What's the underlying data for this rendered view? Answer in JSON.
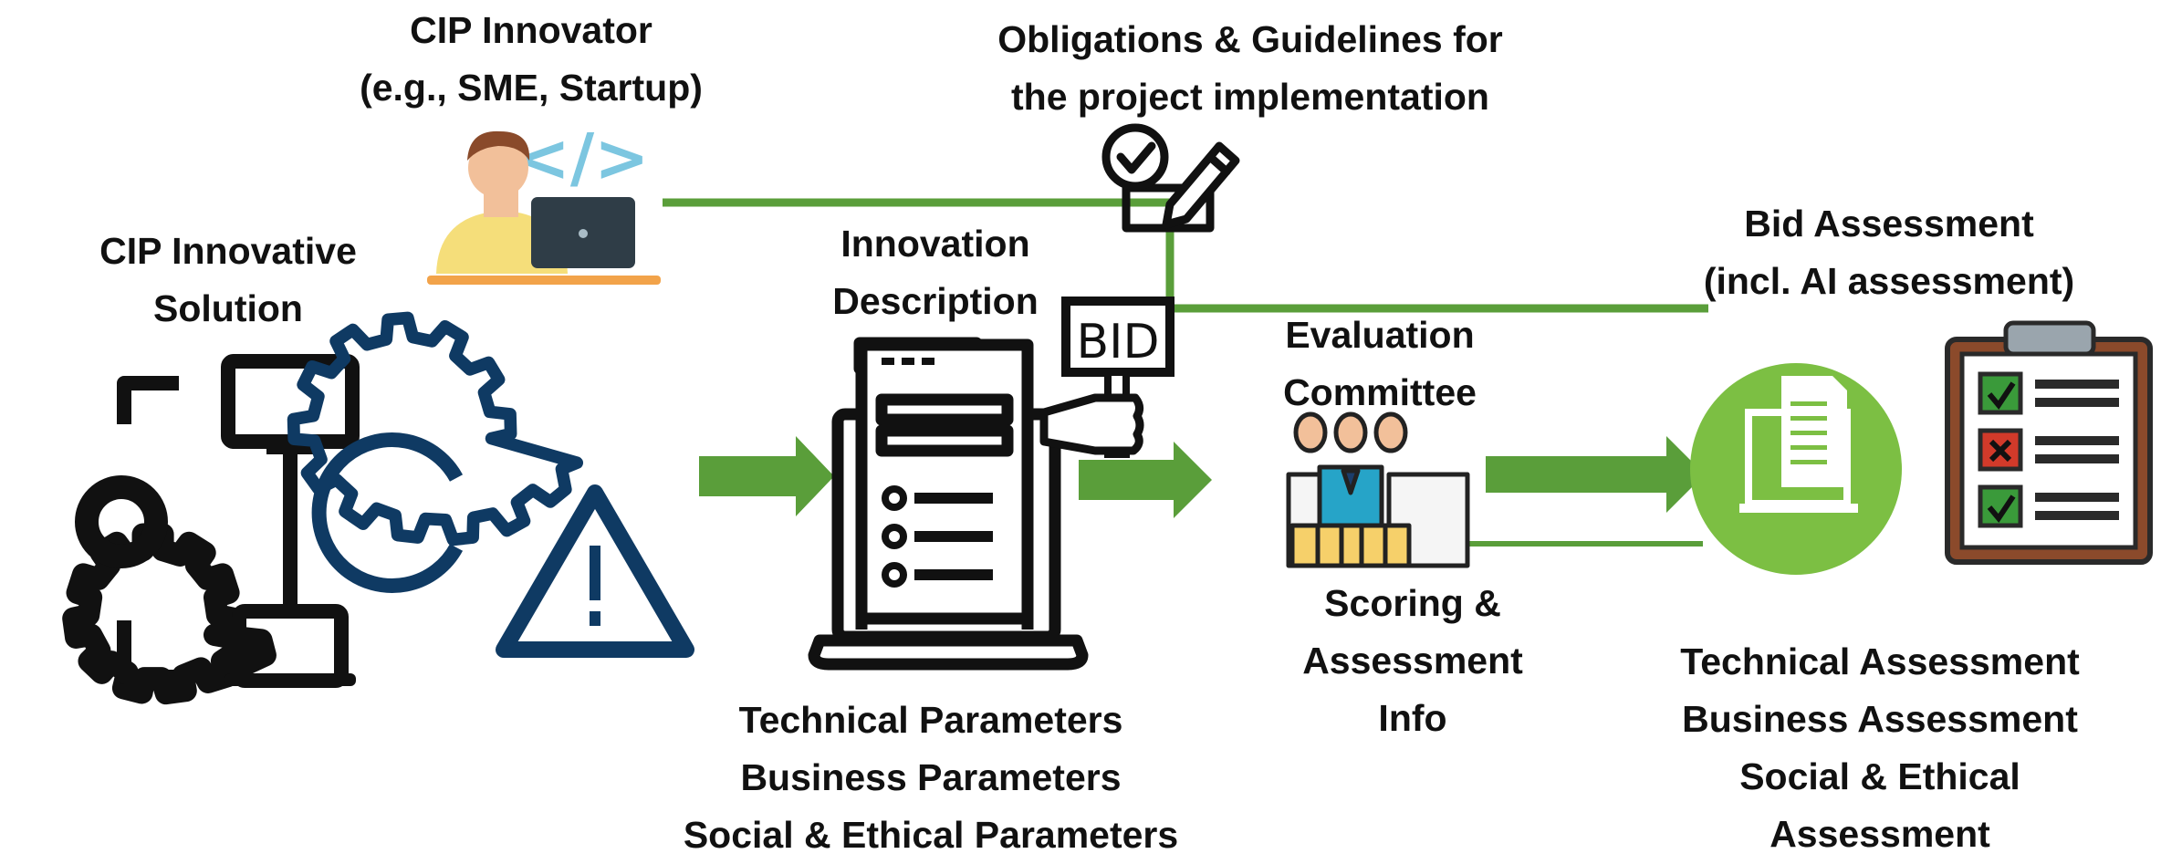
{
  "labels": {
    "innovator": [
      "CIP Innovator",
      "(e.g., SME, Startup)"
    ],
    "obligations": [
      "Obligations & Guidelines for",
      "the project implementation"
    ],
    "solution": [
      "CIP Innovative",
      "Solution"
    ],
    "description": [
      "Innovation",
      "Description"
    ],
    "bid_sign": "BID",
    "committee": [
      "Evaluation",
      "Committee"
    ],
    "bid_assessment": [
      "Bid  Assessment",
      "(incl. AI assessment)"
    ],
    "scoring": [
      "Scoring &",
      "Assessment",
      "Info"
    ],
    "parameters": [
      "Technical Parameters",
      "Business Parameters",
      "Social & Ethical Parameters"
    ],
    "assessments": [
      "Technical Assessment",
      "Business Assessment",
      "Social & Ethical",
      "Assessment"
    ]
  },
  "icons": {
    "innovator": "developer-laptop-icon",
    "obligations": "checklist-pen-icon",
    "solution": "gear-network-icon",
    "risk": "gear-warning-icon",
    "description": "laptop-bid-form-icon",
    "committee": "team-icon",
    "ai": "ai-document-laptop-icon",
    "clipboard": "clipboard-checklist-icon"
  },
  "colors": {
    "arrow_green": "#5a9e3a",
    "circle_green": "#7cbf43",
    "gear_navy": "#0f3a63",
    "skin": "#f2c09a",
    "shirt_yellow": "#f5de7a",
    "clipboard_brown": "#8b4a2b",
    "check_green": "#3a9a3a",
    "cross_red": "#d23a2a"
  }
}
